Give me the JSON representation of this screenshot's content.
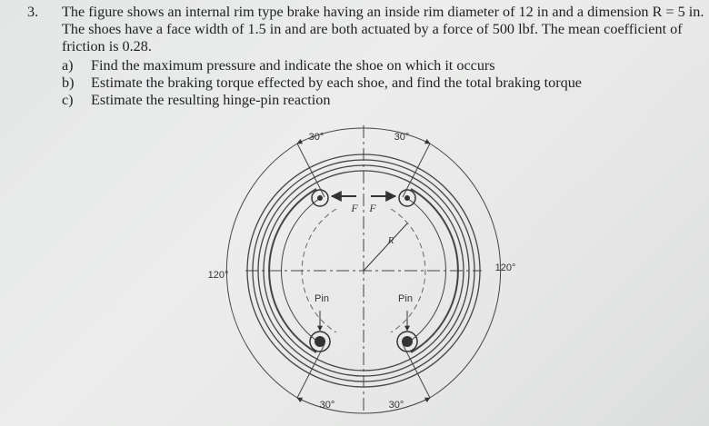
{
  "problem": {
    "number": "3.",
    "statement": "The figure shows an internal rim type brake having an inside rim diameter of 12 in and a dimension R = 5 in. The shoes have a face width of 1.5 in and are both actuated by a force of 500 lbf. The mean coefficient of friction is 0.28.",
    "parts": [
      {
        "label": "a)",
        "text": "Find the maximum pressure and indicate the shoe on which it occurs"
      },
      {
        "label": "b)",
        "text": "Estimate the braking torque effected by each shoe, and find the total braking torque"
      },
      {
        "label": "c)",
        "text": "Estimate the resulting hinge-pin reaction"
      }
    ]
  },
  "figure": {
    "top_left_angle": "30°",
    "top_right_angle": "30°",
    "left_angle": "120°",
    "right_angle": "120°",
    "bottom_left_angle": "30°",
    "bottom_right_angle": "30°",
    "force_left": "F",
    "force_right": "F",
    "radius_label": "R",
    "pin_left": "Pin",
    "pin_right": "Pin"
  }
}
